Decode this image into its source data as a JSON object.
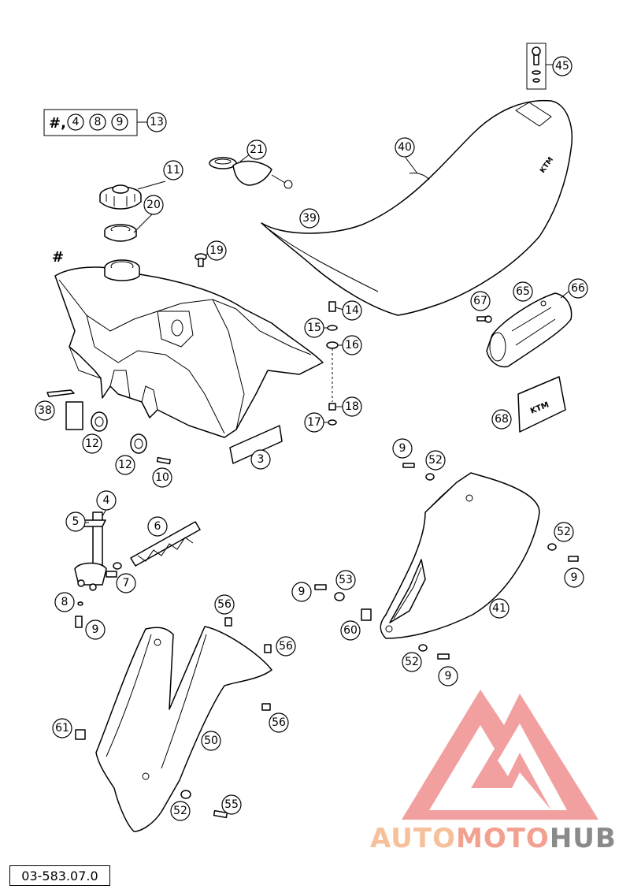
{
  "document": {
    "number": "03-583.07.0"
  },
  "kit": {
    "hash": "#,",
    "items": [
      "4",
      "8",
      "9"
    ],
    "ref": "13"
  },
  "hash_marker": "#",
  "callouts": [
    {
      "id": "c45",
      "label": "45"
    },
    {
      "id": "c40",
      "label": "40"
    },
    {
      "id": "c21",
      "label": "21"
    },
    {
      "id": "c11",
      "label": "11"
    },
    {
      "id": "c20",
      "label": "20"
    },
    {
      "id": "c39",
      "label": "39"
    },
    {
      "id": "c19",
      "label": "19"
    },
    {
      "id": "c14",
      "label": "14"
    },
    {
      "id": "c15",
      "label": "15"
    },
    {
      "id": "c16",
      "label": "16"
    },
    {
      "id": "c18",
      "label": "18"
    },
    {
      "id": "c17",
      "label": "17"
    },
    {
      "id": "c67",
      "label": "67"
    },
    {
      "id": "c65",
      "label": "65"
    },
    {
      "id": "c66",
      "label": "66"
    },
    {
      "id": "c68",
      "label": "68"
    },
    {
      "id": "c38",
      "label": "38"
    },
    {
      "id": "c12a",
      "label": "12"
    },
    {
      "id": "c12b",
      "label": "12"
    },
    {
      "id": "c10",
      "label": "10"
    },
    {
      "id": "c3",
      "label": "3"
    },
    {
      "id": "c9a",
      "label": "9"
    },
    {
      "id": "c52a",
      "label": "52"
    },
    {
      "id": "c52b",
      "label": "52"
    },
    {
      "id": "c9b",
      "label": "9"
    },
    {
      "id": "c4",
      "label": "4"
    },
    {
      "id": "c5",
      "label": "5"
    },
    {
      "id": "c6",
      "label": "6"
    },
    {
      "id": "c7",
      "label": "7"
    },
    {
      "id": "c8",
      "label": "8"
    },
    {
      "id": "c9c",
      "label": "9"
    },
    {
      "id": "c9d",
      "label": "9"
    },
    {
      "id": "c53",
      "label": "53"
    },
    {
      "id": "c60",
      "label": "60"
    },
    {
      "id": "c41",
      "label": "41"
    },
    {
      "id": "c52c",
      "label": "52"
    },
    {
      "id": "c9e",
      "label": "9"
    },
    {
      "id": "c56a",
      "label": "56"
    },
    {
      "id": "c56b",
      "label": "56"
    },
    {
      "id": "c56c",
      "label": "56"
    },
    {
      "id": "c61",
      "label": "61"
    },
    {
      "id": "c50",
      "label": "50"
    },
    {
      "id": "c52d",
      "label": "52"
    },
    {
      "id": "c55",
      "label": "55"
    }
  ],
  "watermark": {
    "part1": "AUTO",
    "part2": "MOTO",
    "part3": "HUB",
    "color1": "#f5c09a",
    "color2": "#f2a08f",
    "color3": "#8a8a8a",
    "logo_color": "#ef8f8f"
  }
}
